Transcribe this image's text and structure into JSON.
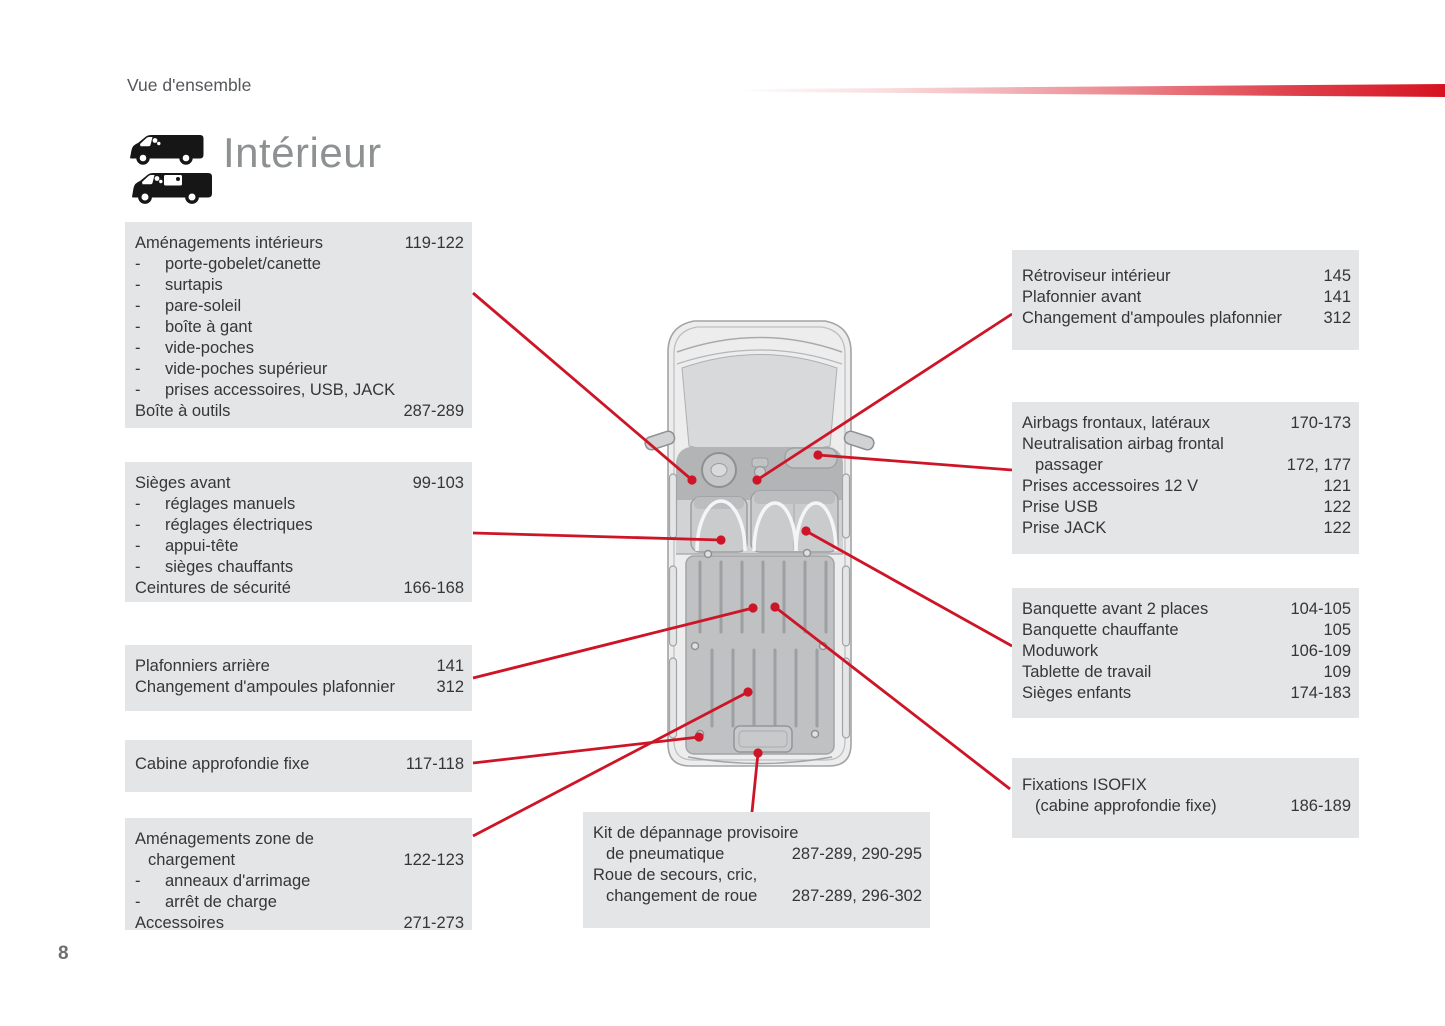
{
  "page": {
    "section_header": "Vue d'ensemble",
    "chapter_title": "Intérieur",
    "page_number": "8"
  },
  "icons": {
    "chapter_icon": "two-vans-side-view",
    "diagram": "van-top-view-with-callouts"
  },
  "colors": {
    "accent_red": "#ce1527",
    "box_bg": "#e4e5e6",
    "text": "#363638",
    "title_gray": "#8e9192"
  },
  "boxes": {
    "amenagements_interieurs": {
      "rows": [
        {
          "text": "Aménagements intérieurs",
          "pages": "119-122"
        },
        {
          "bullet": "-",
          "text": "porte-gobelet/canette",
          "pages": ""
        },
        {
          "bullet": "-",
          "text": "surtapis",
          "pages": ""
        },
        {
          "bullet": "-",
          "text": "pare-soleil",
          "pages": ""
        },
        {
          "bullet": "-",
          "text": "boîte à gant",
          "pages": ""
        },
        {
          "bullet": "-",
          "text": "vide-poches",
          "pages": ""
        },
        {
          "bullet": "-",
          "text": "vide-poches supérieur",
          "pages": ""
        },
        {
          "bullet": "-",
          "text": "prises accessoires, USB, JACK",
          "pages": ""
        },
        {
          "text": "Boîte à outils",
          "pages": "287-289"
        }
      ]
    },
    "sieges_avant": {
      "rows": [
        {
          "text": "Sièges avant",
          "pages": "99-103"
        },
        {
          "bullet": "-",
          "text": "réglages manuels",
          "pages": ""
        },
        {
          "bullet": "-",
          "text": "réglages électriques",
          "pages": ""
        },
        {
          "bullet": "-",
          "text": "appui-tête",
          "pages": ""
        },
        {
          "bullet": "-",
          "text": "sièges chauffants",
          "pages": ""
        },
        {
          "text": "Ceintures de sécurité",
          "pages": "166-168"
        }
      ]
    },
    "plafonniers_arriere": {
      "rows": [
        {
          "text": "Plafonniers arrière",
          "pages": "141"
        },
        {
          "text": "Changement d'ampoules plafonnier",
          "pages": "312"
        }
      ]
    },
    "cabine_approfondie": {
      "rows": [
        {
          "text": "Cabine approfondie fixe",
          "pages": "117-118"
        }
      ]
    },
    "zone_chargement": {
      "rows": [
        {
          "text": "Aménagements zone de",
          "pages": ""
        },
        {
          "text": "chargement",
          "pages": "122-123"
        },
        {
          "bullet": "-",
          "text": "anneaux d'arrimage",
          "pages": ""
        },
        {
          "bullet": "-",
          "text": "arrêt de charge",
          "pages": ""
        },
        {
          "text": "Accessoires",
          "pages": "271-273"
        }
      ]
    },
    "kit_depannage": {
      "rows": [
        {
          "text": "Kit de dépannage provisoire",
          "pages": ""
        },
        {
          "text": "de pneumatique",
          "pages": "287-289, 290-295"
        },
        {
          "text": "Roue de secours, cric,",
          "pages": ""
        },
        {
          "text": "changement de roue",
          "pages": "287-289, 296-302"
        }
      ]
    },
    "retroviseur": {
      "rows": [
        {
          "text": "Rétroviseur intérieur",
          "pages": "145"
        },
        {
          "text": "Plafonnier avant",
          "pages": "141"
        },
        {
          "text": "Changement d'ampoules plafonnier",
          "pages": "312"
        }
      ]
    },
    "airbags": {
      "rows": [
        {
          "text": "Airbags frontaux, latéraux",
          "pages": "170-173"
        },
        {
          "text": "Neutralisation airbag frontal",
          "pages": ""
        },
        {
          "text": "passager",
          "pages": "172, 177"
        },
        {
          "text": "Prises accessoires 12 V",
          "pages": "121"
        },
        {
          "text": "Prise USB",
          "pages": "122"
        },
        {
          "text": "Prise JACK",
          "pages": "122"
        }
      ]
    },
    "banquette": {
      "rows": [
        {
          "text": "Banquette avant 2 places",
          "pages": "104-105"
        },
        {
          "text": "Banquette chauffante",
          "pages": "105"
        },
        {
          "text": "Moduwork",
          "pages": "106-109"
        },
        {
          "text": "Tablette de travail",
          "pages": "109"
        },
        {
          "text": "Sièges enfants",
          "pages": "174-183"
        }
      ]
    },
    "isofix": {
      "rows": [
        {
          "text": "Fixations ISOFIX",
          "pages": ""
        },
        {
          "text": "(cabine approfondie fixe)",
          "pages": "186-189"
        }
      ]
    }
  }
}
